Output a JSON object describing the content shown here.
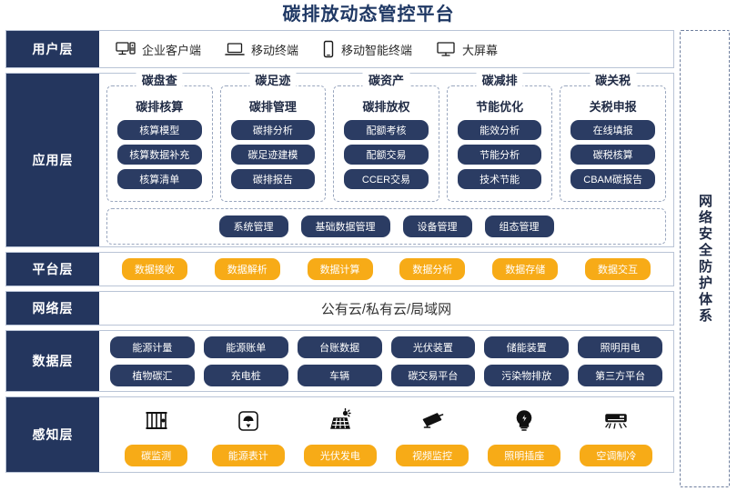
{
  "title": "碳排放动态管控平台",
  "security_column": {
    "label": "网络安全防护体系"
  },
  "layers": {
    "user": {
      "label": "用户层",
      "items": [
        {
          "icon": "desktop-tower-icon",
          "label": "企业客户端"
        },
        {
          "icon": "laptop-icon",
          "label": "移动终端"
        },
        {
          "icon": "smartphone-icon",
          "label": "移动智能终端"
        },
        {
          "icon": "monitor-icon",
          "label": "大屏幕"
        }
      ]
    },
    "application": {
      "label": "应用层",
      "columns": [
        {
          "title": "碳盘查",
          "subtitle": "碳排核算",
          "items": [
            "核算模型",
            "核算数据补充",
            "核算清单"
          ]
        },
        {
          "title": "碳足迹",
          "subtitle": "碳排管理",
          "items": [
            "碳排分析",
            "碳足迹建模",
            "碳排报告"
          ]
        },
        {
          "title": "碳资产",
          "subtitle": "碳排放权",
          "items": [
            "配额考核",
            "配额交易",
            "CCER交易"
          ]
        },
        {
          "title": "碳减排",
          "subtitle": "节能优化",
          "items": [
            "能效分析",
            "节能分析",
            "技术节能"
          ]
        },
        {
          "title": "碳关税",
          "subtitle": "关税申报",
          "items": [
            "在线填报",
            "碳税核算",
            "CBAM碳报告"
          ]
        }
      ],
      "management": [
        "系统管理",
        "基础数据管理",
        "设备管理",
        "组态管理"
      ]
    },
    "platform": {
      "label": "平台层",
      "items": [
        "数据接收",
        "数据解析",
        "数据计算",
        "数据分析",
        "数据存储",
        "数据交互"
      ]
    },
    "network": {
      "label": "网络层",
      "text": "公有云/私有云/局域网"
    },
    "data": {
      "label": "数据层",
      "items": [
        "能源计量",
        "能源账单",
        "台账数据",
        "光伏装置",
        "储能装置",
        "照明用电",
        "植物碳汇",
        "充电桩",
        "车辆",
        "碳交易平台",
        "污染物排放",
        "第三方平台"
      ]
    },
    "sense": {
      "label": "感知层",
      "items": [
        {
          "icon": "carbon-monitor-icon",
          "label": "碳监测"
        },
        {
          "icon": "energy-meter-icon",
          "label": "能源表计"
        },
        {
          "icon": "solar-panel-icon",
          "label": "光伏发电"
        },
        {
          "icon": "cctv-camera-icon",
          "label": "视频监控"
        },
        {
          "icon": "lightbulb-icon",
          "label": "照明插座"
        },
        {
          "icon": "air-conditioner-icon",
          "label": "空调制冷"
        }
      ]
    }
  },
  "colors": {
    "navy": "#24365e",
    "pill_navy": "#2b3c63",
    "orange": "#f7ab17",
    "title_blue": "#1f3864",
    "border": "#b9c4d6"
  }
}
